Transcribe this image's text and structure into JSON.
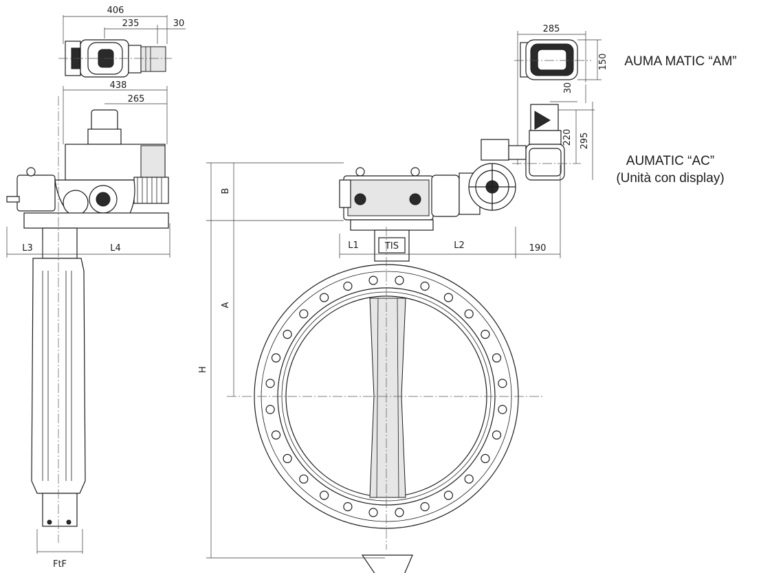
{
  "labels": {
    "auma_matic_am": "AUMA MATIC “AM”",
    "aumatic_ac_line1": "AUMATIC “AC”",
    "aumatic_ac_line2": "(Unità con display)"
  },
  "dimensions": {
    "d406": "406",
    "d235": "235",
    "d30_top": "30",
    "d438": "438",
    "d265": "265",
    "d285": "285",
    "d150": "150",
    "d30_right": "30",
    "d220": "220",
    "d295": "295",
    "L3": "L3",
    "L4": "L4",
    "L1": "L1",
    "L2": "L2",
    "d190": "190",
    "B": "B",
    "A": "A",
    "H": "H",
    "FtF": "FtF"
  },
  "logo_text": "TIS"
}
